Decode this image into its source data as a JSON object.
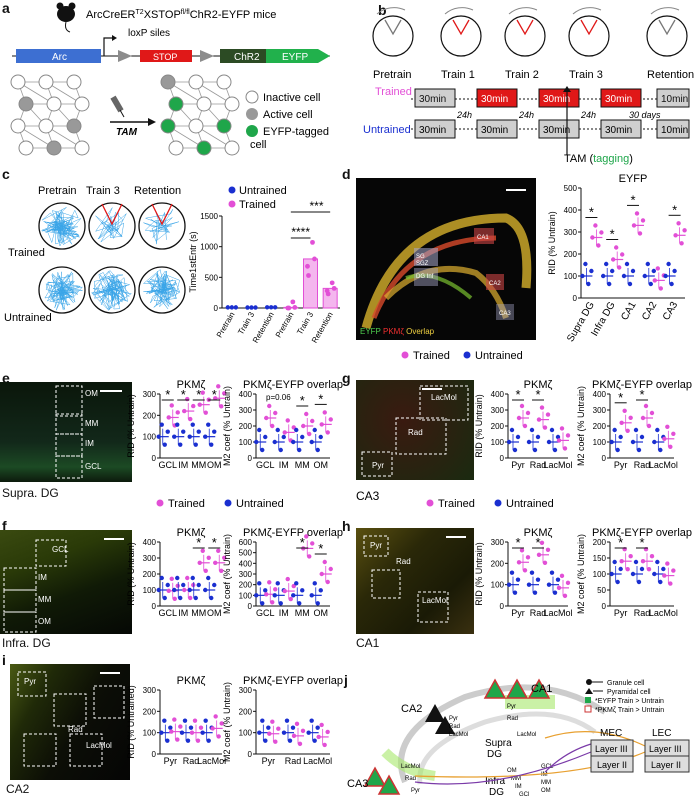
{
  "panel_letters": {
    "a": "a",
    "b": "b",
    "c": "c",
    "d": "d",
    "e": "e",
    "f": "f",
    "g": "g",
    "h": "h",
    "i": "i",
    "j": "j"
  },
  "panel_a": {
    "title_prefix": "ArcCreER",
    "title_sup1": "T2",
    "title_mid": "XSTOP",
    "title_sup2": "fl/fl",
    "title_suffix": "ChR2-EYFP mice",
    "arc": "Arc",
    "loxp": "loxP siles",
    "stop": "STOP",
    "chr2": "ChR2",
    "eyfp": "EYFP",
    "tam": "TAM",
    "legend": [
      "Inactive cell",
      "Active cell",
      "EYFP-tagged",
      "cell"
    ]
  },
  "panel_b": {
    "stages": [
      "Pretrain",
      "Train 1",
      "Train 2",
      "Train 3",
      "Retention"
    ],
    "trained": "Trained",
    "untrained": "Untrained",
    "blocks_trained": [
      "30min",
      "30min",
      "30min",
      "30min",
      "10min"
    ],
    "blocks_untrained": [
      "30min",
      "30min",
      "30min",
      "30min",
      "10min"
    ],
    "gaps": [
      "24h",
      "24h",
      "24h",
      "30 days"
    ],
    "tam_a": "TAM (",
    "tam_b": "tagging",
    "tam_c": ")"
  },
  "panel_c": {
    "cols": [
      "Pretrain",
      "Train 3",
      "Retention"
    ],
    "rows": [
      "Trained",
      "Untrained"
    ],
    "legend": [
      "Untrained",
      "Trained"
    ],
    "ylabel": "Time1stEntr (s)",
    "sig": [
      "***",
      "****"
    ],
    "xticks": [
      "Pretrain",
      "Train 3",
      "Retention",
      "Pretrain",
      "Train 3",
      "Retention"
    ]
  },
  "panel_d": {
    "regions": [
      "SG",
      "SGZ",
      "DG Inf",
      "CA1",
      "CA2",
      "CA3"
    ],
    "caption_a": "EYFP",
    "caption_b": "PKMζ",
    "caption_c": "Overlap",
    "legend": [
      "Trained",
      "Untrained"
    ]
  },
  "region_labels": {
    "e": [
      "OM",
      "MM",
      "IM",
      "GCL"
    ],
    "f": [
      "GCL",
      "IM",
      "MM",
      "OM"
    ],
    "g": [
      "LacMol",
      "Rad",
      "Pyr"
    ],
    "h": [
      "Pyr",
      "Rad",
      "LacMol"
    ],
    "i": [
      "Pyr",
      "Rad",
      "LacMol"
    ]
  },
  "titles": {
    "pkmz": "PKMζ",
    "overlap": "PKMζ-EYFP overlap",
    "eyfp": "EYFP",
    "rid": "RID (% Untrain)",
    "m2": "M2 coef (% Untrain)"
  },
  "image_names": {
    "e": "Supra. DG",
    "f": "Infra. DG",
    "g": "CA3",
    "h": "CA1",
    "i": "CA2"
  },
  "legend_row": [
    "Trained",
    "Untrained"
  ],
  "annotations": {
    "p006": "p=0.06"
  },
  "panel_j": {
    "legend": [
      "Granule cell",
      "Pyramidal cell",
      "*EYFP Train > Untrain",
      "*PKMζ Train > Untrain"
    ],
    "regions": [
      "CA1",
      "CA2",
      "CA3",
      "Supra",
      "DG",
      "Infra",
      "DG",
      "MEC",
      "LEC"
    ],
    "layers": [
      "Layer III",
      "Layer II",
      "Layer III",
      "Layer II"
    ],
    "ca1_layers": [
      "Pyr",
      "Rad",
      "LacMol"
    ],
    "ca2_layers": [
      "Pyr",
      "Rad",
      "LacMol"
    ],
    "ca3_layers": [
      "LacMol",
      "Rad",
      "Pyr"
    ],
    "supra_layers": [
      "OM",
      "MM",
      "IM",
      "GCl"
    ],
    "infra_layers": [
      "GCL",
      "IM",
      "MM",
      "OM"
    ]
  },
  "chart_data": [
    {
      "id": "c",
      "type": "bar",
      "categories": [
        "Pretrain",
        "Train 3",
        "Retention",
        "Pretrain",
        "Train 3",
        "Retention"
      ],
      "ylabel": "Time1stEntr (s)",
      "ylim": [
        0,
        1500
      ],
      "yticks": [
        0,
        500,
        1000,
        1500
      ],
      "series": [
        {
          "name": "Untrained",
          "values": [
            10,
            8,
            12,
            null,
            null,
            null
          ],
          "color": "#1a2fd0"
        },
        {
          "name": "Trained",
          "values": [
            null,
            null,
            null,
            10,
            800,
            320
          ],
          "color": "#e24fd6"
        }
      ]
    },
    {
      "id": "d",
      "type": "scatter",
      "title": "EYFP",
      "categories": [
        "Supra DG",
        "Infra DG",
        "CA1",
        "CA2",
        "CA3"
      ],
      "ylabel": "RID (% Untrain)",
      "ylim": [
        0,
        500
      ],
      "yticks": [
        0,
        100,
        200,
        300,
        400,
        500
      ],
      "series": [
        {
          "name": "Trained",
          "values": [
            275,
            175,
            330,
            80,
            285
          ]
        },
        {
          "name": "Untrained",
          "values": [
            100,
            100,
            100,
            100,
            100
          ]
        }
      ],
      "sig": [
        true,
        true,
        true,
        false,
        true
      ]
    },
    {
      "id": "e1",
      "type": "scatter",
      "title": "PKMζ",
      "categories": [
        "GCL",
        "IM",
        "MM",
        "OM"
      ],
      "ylabel": "RID (% Untrain)",
      "ylim": [
        0,
        300
      ],
      "yticks": [
        0,
        100,
        200,
        300
      ],
      "series": [
        {
          "name": "Trained",
          "values": [
            190,
            220,
            250,
            280
          ]
        },
        {
          "name": "Untrained",
          "values": [
            100,
            100,
            100,
            100
          ]
        }
      ],
      "sig": [
        true,
        true,
        true,
        true
      ]
    },
    {
      "id": "e2",
      "type": "scatter",
      "title": "PKMζ-EYFP overlap",
      "categories": [
        "GCL",
        "IM",
        "MM",
        "OM"
      ],
      "ylabel": "M2 coef (% Untrain)",
      "ylim": [
        0,
        400
      ],
      "yticks": [
        0,
        100,
        200,
        300,
        400
      ],
      "series": [
        {
          "name": "Trained",
          "values": [
            250,
            160,
            200,
            210
          ]
        },
        {
          "name": "Untrained",
          "values": [
            100,
            100,
            100,
            100
          ]
        }
      ],
      "sig": [
        false,
        false,
        true,
        true
      ]
    },
    {
      "id": "f1",
      "type": "scatter",
      "title": "PKMζ",
      "categories": [
        "GCL",
        "IM",
        "MM",
        "OM"
      ],
      "ylabel": "RID (% Untrain)",
      "ylim": [
        0,
        400
      ],
      "yticks": [
        0,
        100,
        200,
        300,
        400
      ],
      "series": [
        {
          "name": "Trained",
          "values": [
            95,
            100,
            270,
            270
          ]
        },
        {
          "name": "Untrained",
          "values": [
            100,
            100,
            100,
            100
          ]
        }
      ],
      "sig": [
        false,
        false,
        true,
        true
      ]
    },
    {
      "id": "f2",
      "type": "scatter",
      "title": "PKMζ-EYFP overlap",
      "categories": [
        "GCL",
        "IM",
        "MM",
        "OM"
      ],
      "ylabel": "M2 coef (% Untrain)",
      "ylim": [
        0,
        600
      ],
      "yticks": [
        0,
        100,
        200,
        300,
        400,
        500,
        600
      ],
      "series": [
        {
          "name": "Trained",
          "values": [
            110,
            140,
            540,
            300
          ]
        },
        {
          "name": "Untrained",
          "values": [
            100,
            100,
            100,
            100
          ]
        }
      ],
      "sig": [
        false,
        false,
        true,
        true
      ]
    },
    {
      "id": "g1",
      "type": "scatter",
      "title": "PKMζ",
      "categories": [
        "Pyr",
        "Rad",
        "LacMol"
      ],
      "ylabel": "RID (% Untrain)",
      "ylim": [
        0,
        400
      ],
      "yticks": [
        0,
        100,
        200,
        300,
        400
      ],
      "series": [
        {
          "name": "Trained",
          "values": [
            250,
            240,
            110
          ]
        },
        {
          "name": "Untrained",
          "values": [
            100,
            100,
            100
          ]
        }
      ],
      "sig": [
        true,
        true,
        false
      ]
    },
    {
      "id": "g2",
      "type": "scatter",
      "title": "PKMζ-EYFP overlap",
      "categories": [
        "Pyr",
        "Rad",
        "LacMol"
      ],
      "ylabel": "M2 coef (% Untrain)",
      "ylim": [
        0,
        400
      ],
      "yticks": [
        0,
        100,
        200,
        300,
        400
      ],
      "series": [
        {
          "name": "Trained",
          "values": [
            220,
            250,
            120
          ]
        },
        {
          "name": "Untrained",
          "values": [
            100,
            100,
            100
          ]
        }
      ],
      "sig": [
        true,
        true,
        false
      ]
    },
    {
      "id": "h1",
      "type": "scatter",
      "title": "PKMζ",
      "categories": [
        "Pyr",
        "Rad",
        "LacMol"
      ],
      "ylabel": "RID (% Untrain)",
      "ylim": [
        0,
        300
      ],
      "yticks": [
        0,
        100,
        200,
        300
      ],
      "series": [
        {
          "name": "Trained",
          "values": [
            205,
            240,
            85
          ]
        },
        {
          "name": "Untrained",
          "values": [
            100,
            100,
            100
          ]
        }
      ],
      "sig": [
        true,
        true,
        false
      ]
    },
    {
      "id": "h2",
      "type": "scatter",
      "title": "PKMζ-EYFP overlap",
      "categories": [
        "Pyr",
        "Rad",
        "LacMol"
      ],
      "ylabel": "M2 coef (% Untrain)",
      "ylim": [
        0,
        200
      ],
      "yticks": [
        0,
        50,
        100,
        150,
        200
      ],
      "series": [
        {
          "name": "Trained",
          "values": [
            140,
            140,
            95
          ]
        },
        {
          "name": "Untrained",
          "values": [
            100,
            100,
            100
          ]
        }
      ],
      "sig": [
        true,
        true,
        false
      ]
    },
    {
      "id": "i1",
      "type": "scatter",
      "title": "PKMζ",
      "categories": [
        "Pyr",
        "Rad",
        "LacMol"
      ],
      "ylabel": "RID (% Untrained)",
      "ylim": [
        0,
        300
      ],
      "yticks": [
        0,
        100,
        200,
        300
      ],
      "series": [
        {
          "name": "Trained",
          "values": [
            105,
            100,
            120
          ]
        },
        {
          "name": "Untrained",
          "values": [
            100,
            100,
            100
          ]
        }
      ],
      "sig": [
        false,
        false,
        false
      ]
    },
    {
      "id": "i2",
      "type": "scatter",
      "title": "PKMζ-EYFP overlap",
      "categories": [
        "Pyr",
        "Rad",
        "LacMol"
      ],
      "ylabel": "M2 coef (% Untrain)",
      "ylim": [
        0,
        300
      ],
      "yticks": [
        0,
        100,
        200,
        300
      ],
      "series": [
        {
          "name": "Trained",
          "values": [
            95,
            85,
            80
          ]
        },
        {
          "name": "Untrained",
          "values": [
            100,
            100,
            100
          ]
        }
      ],
      "sig": [
        false,
        false,
        false
      ]
    }
  ]
}
